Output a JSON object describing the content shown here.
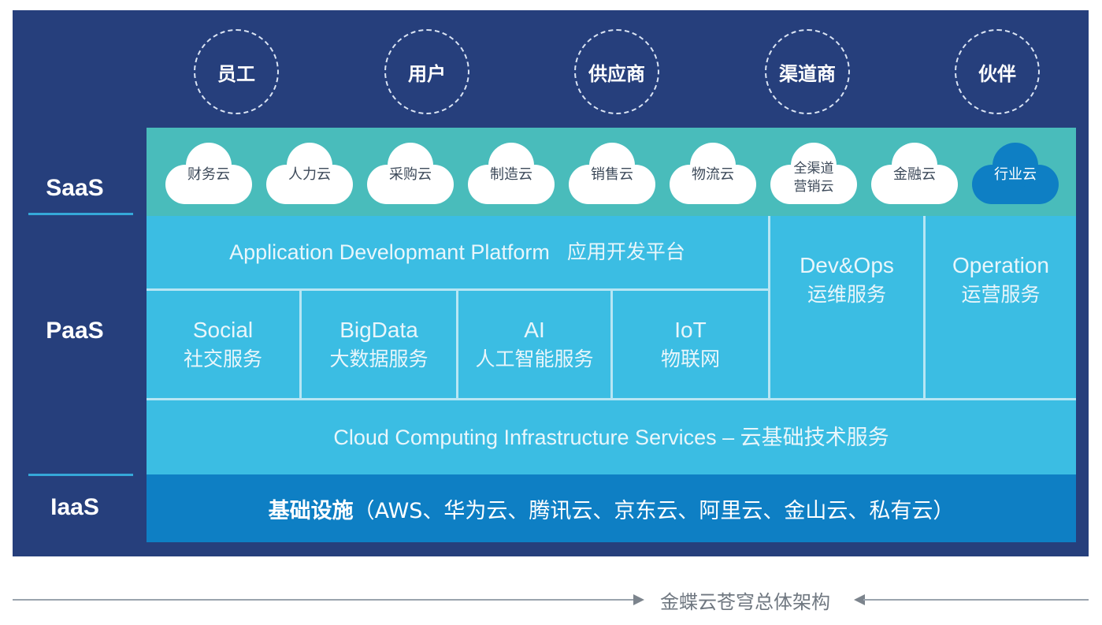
{
  "stakeholders": [
    "员工",
    "用户",
    "供应商",
    "渠道商",
    "伙伴"
  ],
  "layers": {
    "saas": "SaaS",
    "paas": "PaaS",
    "iaas": "IaaS"
  },
  "saas_clouds": [
    "财务云",
    "人力云",
    "采购云",
    "制造云",
    "销售云",
    "物流云",
    "全渠道\n营销云",
    "金融云",
    "行业云"
  ],
  "paas": {
    "adp": {
      "en": "Application Developmant Platform",
      "zh": "应用开发平台"
    },
    "social": {
      "en": "Social",
      "zh": "社交服务"
    },
    "bigdata": {
      "en": "BigData",
      "zh": "大数据服务"
    },
    "ai": {
      "en": "AI",
      "zh": "人工智能服务"
    },
    "iot": {
      "en": "IoT",
      "zh": "物联网"
    },
    "devops": {
      "en": "Dev&Ops",
      "zh": "运维服务"
    },
    "operation": {
      "en": "Operation",
      "zh": "运营服务"
    },
    "cloud_infra": "Cloud Computing Infrastructure Services – 云基础技术服务"
  },
  "iaas": {
    "bold": "基础设施",
    "rest": "（AWS、华为云、腾讯云、京东云、阿里云、金山云、私有云）"
  },
  "caption": "金蝶云苍穹总体架构",
  "colors": {
    "frame": "#263f7c",
    "saas_band": "#49bcbb",
    "paas": "#3bbde3",
    "iaas": "#0e7fc4",
    "highlight_cloud": "#0e7fc4"
  }
}
